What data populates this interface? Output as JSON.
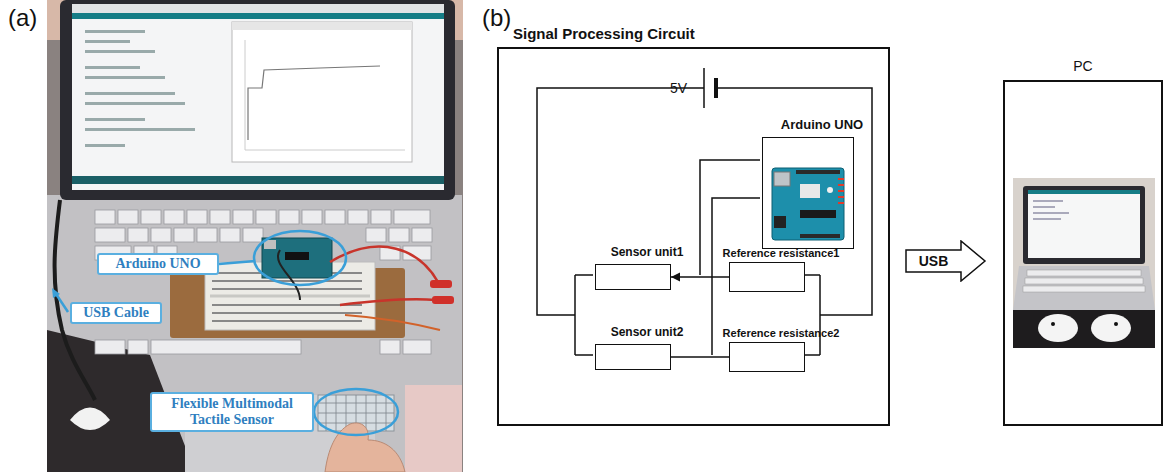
{
  "diagram": {
    "nodes": [
      {
        "text": [
          "Arduino UNO"
        ]
      },
      {
        "text": [
          "USB Cable"
        ]
      },
      {
        "text": [
          "Flexible Multimodal Tactile Sensor"
        ]
      },
      {
        "text": [
          "Signal Processing Circuit"
        ]
      },
      {
        "text": [
          "Arduino UNO"
        ],
        "in": 3
      },
      {
        "text": [
          "Sensor unit1"
        ],
        "in": 3
      },
      {
        "text": [
          "Reference resistance1"
        ],
        "in": 3
      },
      {
        "text": [
          "Sensor unit2"
        ],
        "in": 3
      },
      {
        "text": [
          "Reference resistance2"
        ],
        "in": 3
      },
      {
        "text": [
          "USB"
        ]
      },
      {
        "text": [
          "PC"
        ]
      }
    ],
    "edges": [
      {
        "from": 6,
        "to": 5,
        "arrow": "to"
      },
      {
        "from": 7,
        "to": 8,
        "arrow": "none"
      }
    ],
    "labels": [
      "(a)",
      "(b)",
      "5V"
    ]
  }
}
